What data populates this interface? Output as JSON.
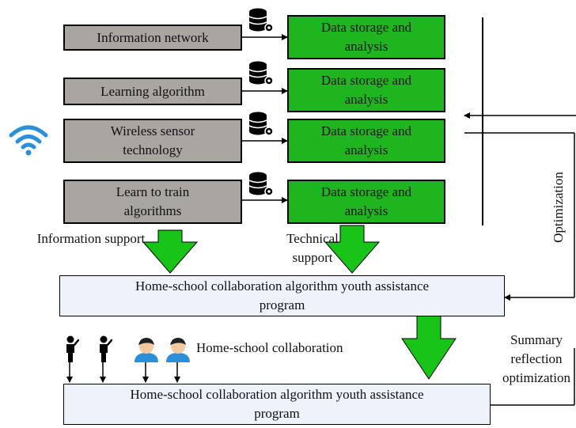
{
  "inputs": [
    {
      "label": "Information network"
    },
    {
      "label": "Learning algorithm"
    },
    {
      "label": "Wireless sensor technology"
    },
    {
      "label": "Learn to train algorithms"
    }
  ],
  "storage_label": "Data storage and analysis",
  "labels": {
    "information_support": "Information support",
    "technical_support": "Technical support",
    "optimization": "Optimization",
    "home_school_collaboration": "Home-school collaboration",
    "summary_reflection": "Summary reflection optimization"
  },
  "programs": {
    "top": "Home-school collaboration algorithm youth assistance program",
    "bottom": "Home-school collaboration algorithm youth assistance program"
  },
  "colors": {
    "input_box": "#a9a6a2",
    "storage_box": "#1fb51f",
    "program_box": "#eef2fb",
    "big_arrow": "#19c419",
    "wifi": "#2b8fd9"
  },
  "icons": [
    "database-gear-icon",
    "wifi-icon",
    "person-icon",
    "student-avatar-icon"
  ]
}
